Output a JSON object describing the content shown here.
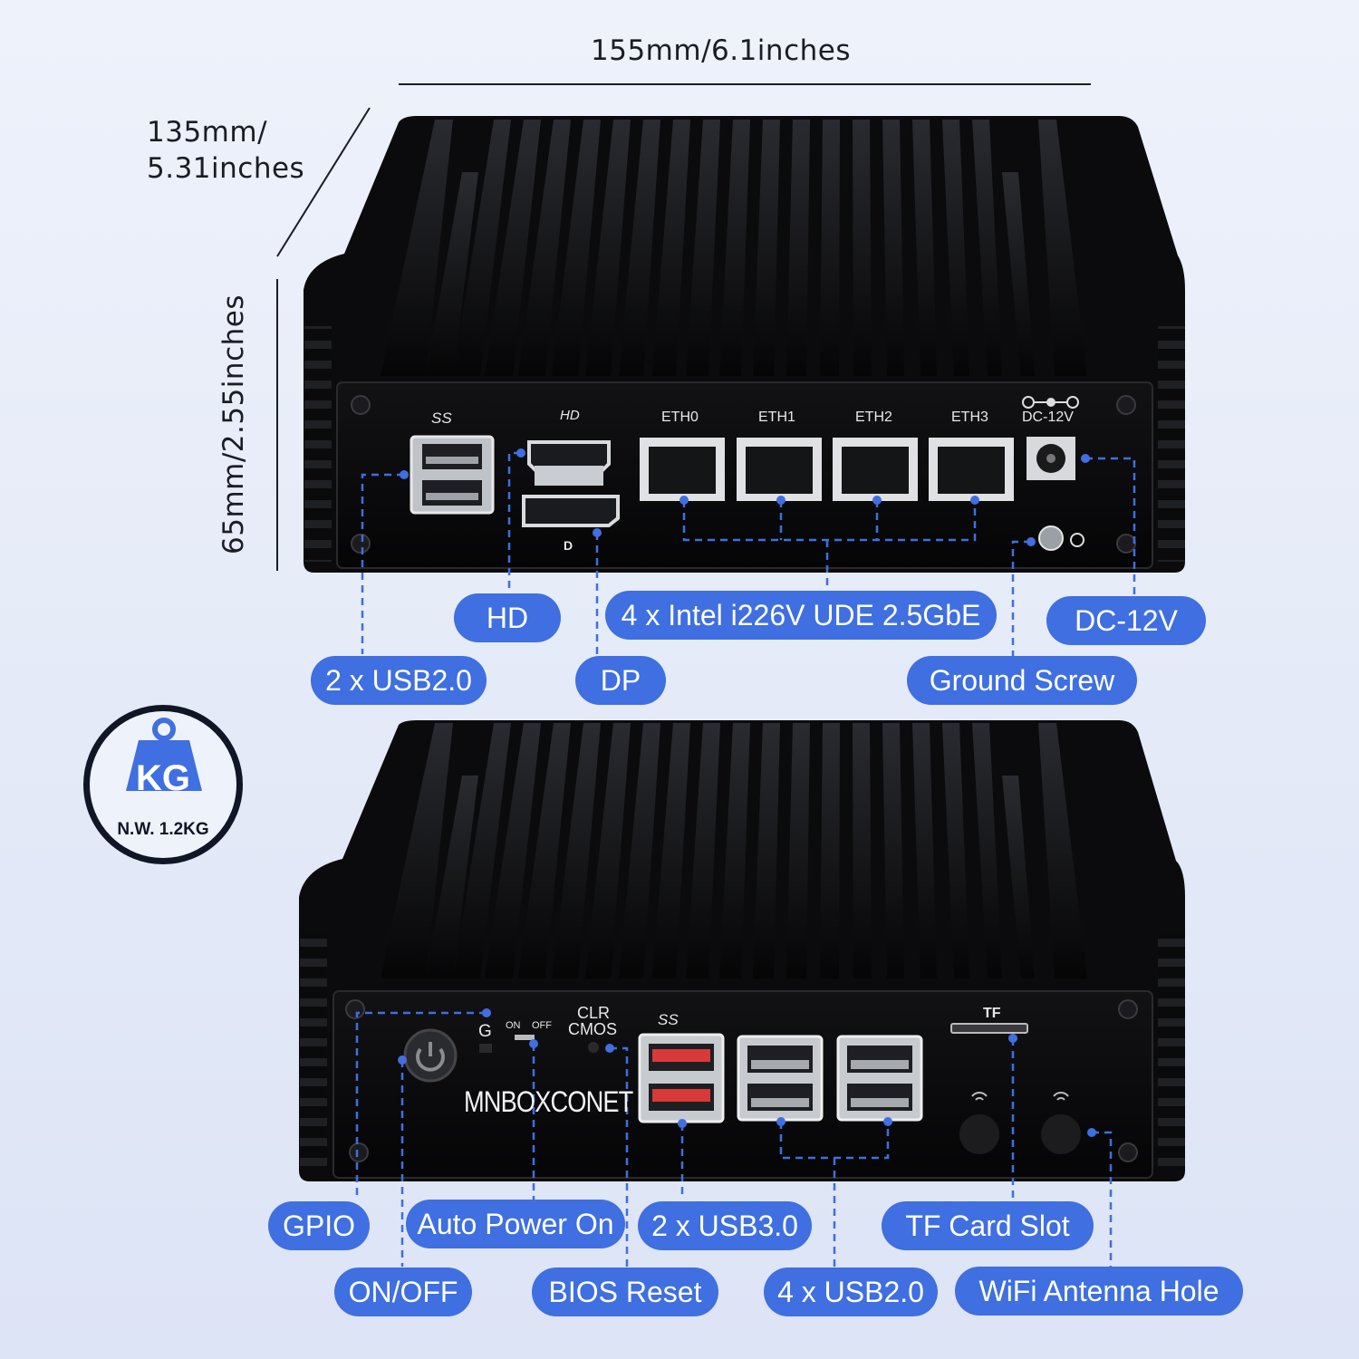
{
  "dimensions": {
    "width": "155mm/6.1inches",
    "depth_line1": "135mm/",
    "depth_line2": "5.31inches",
    "height": "65mm/2.55inches"
  },
  "weight": {
    "unit": "KG",
    "label": "N.W. 1.2KG"
  },
  "front_panel": {
    "port_labels": {
      "usb3_logo": "SS",
      "hd_logo": "HD",
      "eth0": "ETH0",
      "eth1": "ETH1",
      "eth2": "ETH2",
      "eth3": "ETH3",
      "dc": "DC-12V",
      "dp_logo": "D"
    },
    "callouts": {
      "hd": "HD",
      "ethernet": "4 x Intel i226V UDE 2.5GbE",
      "dc": "DC-12V",
      "usb": "2 x USB2.0",
      "dp": "DP",
      "ground": "Ground Screw"
    }
  },
  "rear_panel": {
    "brand": "MNBOXCONET",
    "port_labels": {
      "g": "G",
      "on": "ON",
      "off": "OFF",
      "clr_line1": "CLR",
      "clr_line2": "CMOS",
      "usb3_logo": "SS",
      "tf": "TF"
    },
    "callouts": {
      "gpio": "GPIO",
      "auto_power": "Auto Power On",
      "usb3": "2 x USB3.0",
      "tf": "TF Card Slot",
      "onoff": "ON/OFF",
      "bios": "BIOS Reset",
      "usb2": "4 x USB2.0",
      "wifi": "WiFi Antenna Hole"
    }
  },
  "colors": {
    "accent": "#3f6fe0",
    "device": "#0d0d0f",
    "usb3_port": "#d83a3a"
  }
}
